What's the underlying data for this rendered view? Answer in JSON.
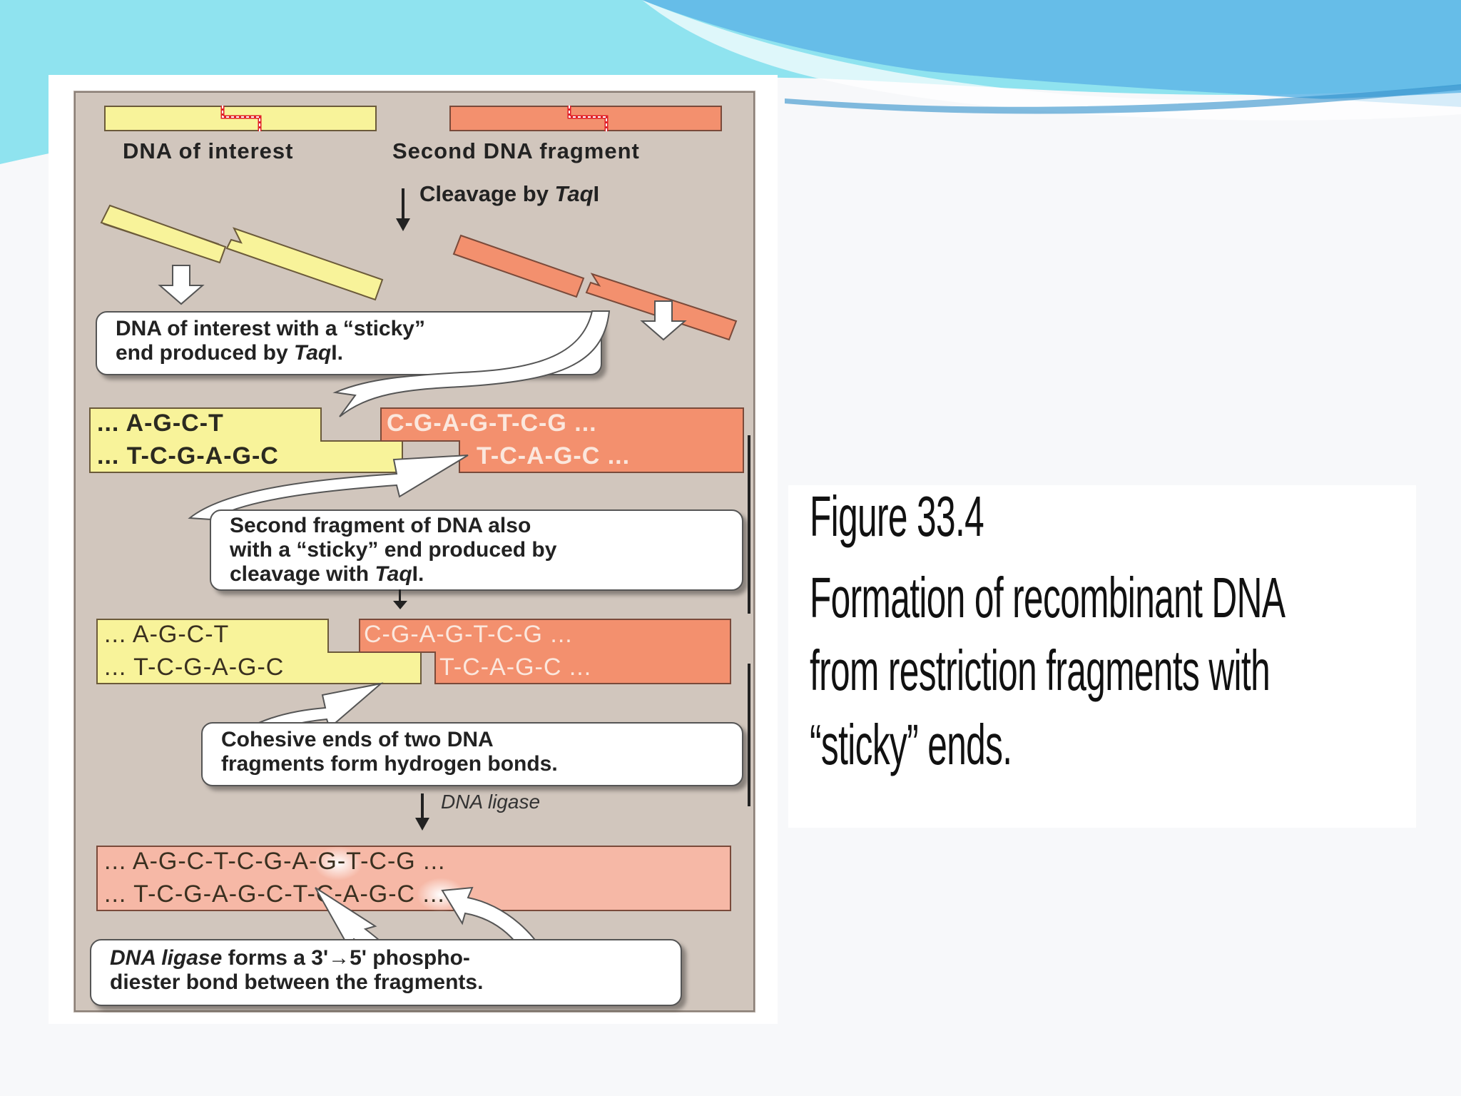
{
  "slide": {
    "colors": {
      "wave_light": "#8fe3ef",
      "wave_dark": "#5fb6e6",
      "yellow": "#f8f39a",
      "salmon": "#f3906e",
      "panel": "#d1c6bd"
    }
  },
  "diagram": {
    "top_labels": {
      "left": "DNA of interest",
      "right": "Second DNA fragment"
    },
    "step1": {
      "prefix": "Cleavage by ",
      "enzyme": "Taq",
      "suffix": "I"
    },
    "bubble1": {
      "line1": "DNA of interest with a “sticky”",
      "line2_prefix": "end produced  by ",
      "line2_enzyme": "Taq",
      "line2_suffix": "I."
    },
    "seq1": {
      "left_top": "... A-G-C-T",
      "left_bottom": "... T-C-G-A-G-C",
      "right_top": "C-G-A-G-T-C-G ...",
      "right_bottom": "T-C-A-G-C ..."
    },
    "bubble2": {
      "line1": "Second fragment of DNA also",
      "line2": "with a “sticky” end produced by",
      "line3_prefix": "cleavage with ",
      "line3_enzyme": "Taq",
      "line3_suffix": "I."
    },
    "seq2": {
      "left_top": "... A-G-C-T",
      "left_bottom": "... T-C-G-A-G-C",
      "right_top": "C-G-A-G-T-C-G ...",
      "right_bottom": "T-C-A-G-C ..."
    },
    "bubble3": {
      "line1": "Cohesive ends of two DNA",
      "line2": "fragments form hydrogen bonds."
    },
    "step2": "DNA ligase",
    "seq3": {
      "top": "... A-G-C-T-C-G-A-G-T-C-G ...",
      "bottom": "... T-C-G-A-G-C-T-C-A-G-C ..."
    },
    "bubble4": {
      "line1_enzyme": "DNA ligase",
      "line1_rest": " forms a 3'→5' phospho-",
      "line2": "diester bond between the fragments."
    }
  },
  "caption": {
    "title": "Figure 33.4",
    "lines": [
      "Formation of recombinant DNA",
      "from restriction fragments with",
      "“sticky” ends."
    ]
  }
}
